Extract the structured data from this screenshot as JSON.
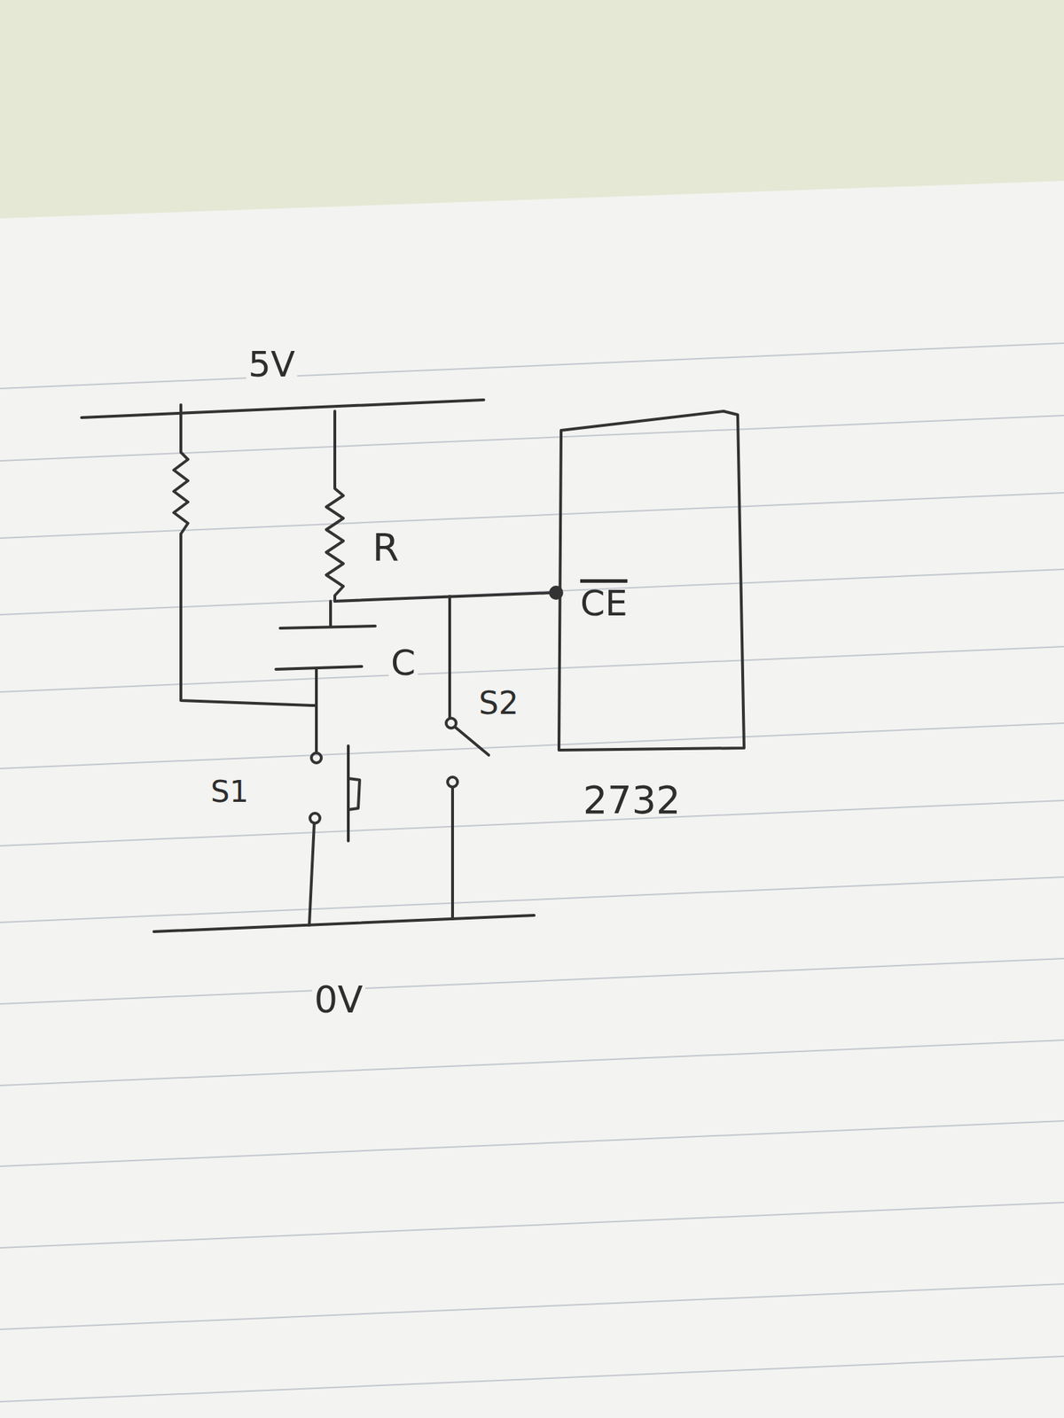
{
  "diagram": {
    "nodes": [
      {
        "text": [
          "CE",
          "2732"
        ]
      }
    ],
    "labels": [
      "5V",
      "R",
      "C",
      "S2",
      "S1",
      "0V"
    ]
  }
}
